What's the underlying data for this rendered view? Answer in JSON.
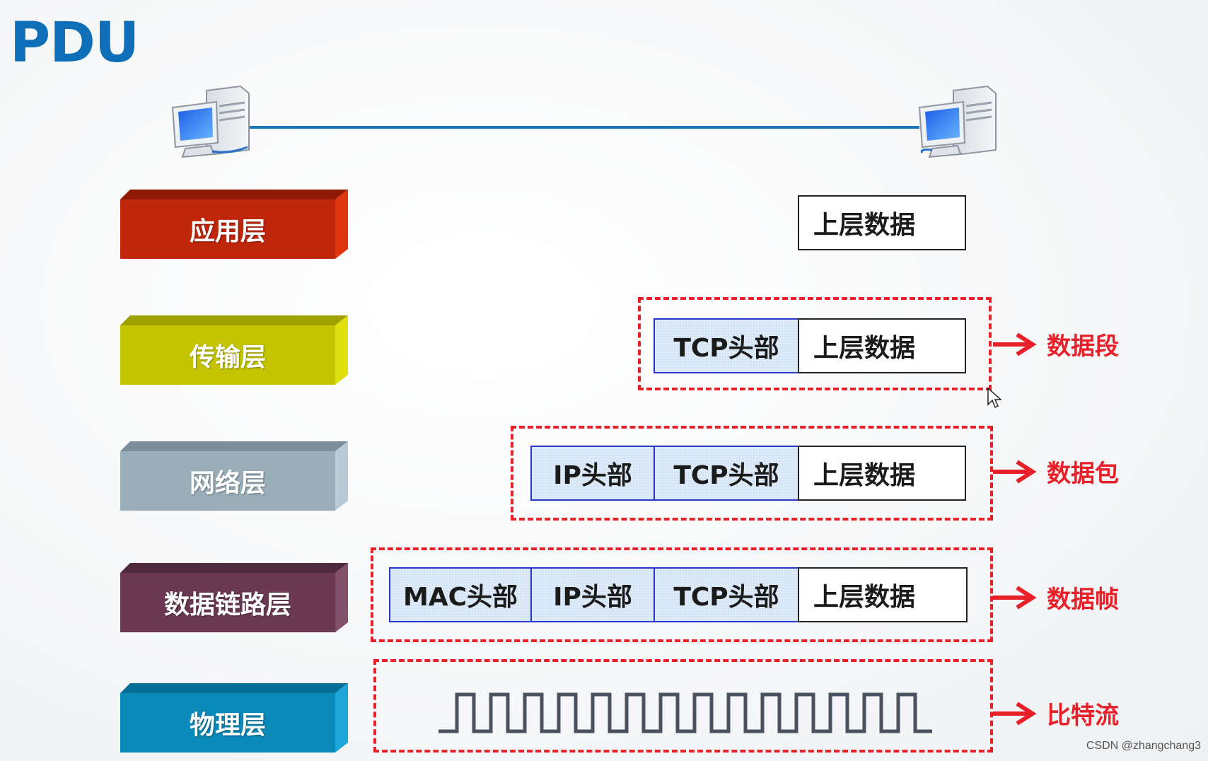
{
  "title": "PDU",
  "layers": [
    {
      "label": "应用层",
      "front": "#c0260a",
      "top": "#8e1a06",
      "side": "#e03610"
    },
    {
      "label": "传输层",
      "front": "#c4c400",
      "top": "#a0a000",
      "side": "#e0e010"
    },
    {
      "label": "网络层",
      "front": "#9aaeba",
      "top": "#7c8e99",
      "side": "#b8cad5"
    },
    {
      "label": "数据链路层",
      "front": "#6b3a52",
      "top": "#4e2a3c",
      "side": "#83506a"
    },
    {
      "label": "物理层",
      "front": "#0a8ab8",
      "top": "#066f96",
      "side": "#1ca6da"
    }
  ],
  "pdu": {
    "mac_header": "MAC头部",
    "ip_header": "IP头部",
    "tcp_header": "TCP头部",
    "upper_data": "上层数据"
  },
  "pdu_names": {
    "segment": "数据段",
    "packet": "数据包",
    "frame": "数据帧",
    "bitstream": "比特流"
  },
  "watermark": "CSDN @zhangchang3"
}
